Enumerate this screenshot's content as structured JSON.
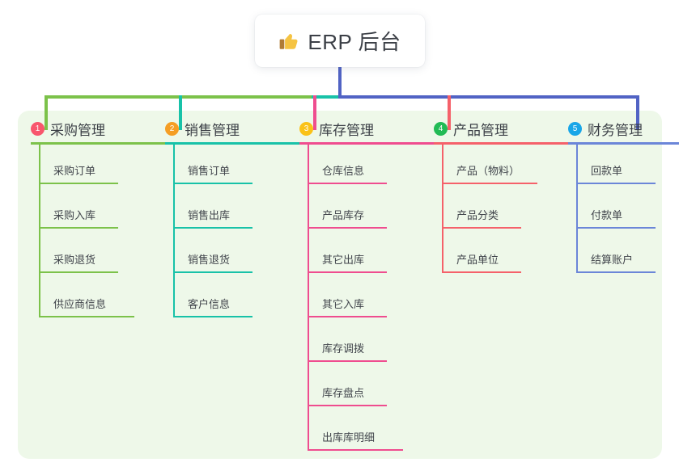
{
  "root": {
    "icon": "thumbs-up-icon",
    "title": "ERP 后台"
  },
  "colors": {
    "panel_bg": "#eef8e9",
    "trunk": "#5163c4",
    "text": "#3b3f46"
  },
  "columns": [
    {
      "index": "1",
      "title": "采购管理",
      "badge_color": "#f8566d",
      "line_color": "#7cc24a",
      "items": [
        "采购订单",
        "采购入库",
        "采购退货",
        "供应商信息"
      ]
    },
    {
      "index": "2",
      "title": "销售管理",
      "badge_color": "#f59e24",
      "line_color": "#18c2a8",
      "items": [
        "销售订单",
        "销售出库",
        "销售退货",
        "客户信息"
      ]
    },
    {
      "index": "3",
      "title": "库存管理",
      "badge_color": "#fac218",
      "line_color": "#ef4d8f",
      "items": [
        "仓库信息",
        "产品库存",
        "其它出库",
        "其它入库",
        "库存调拨",
        "库存盘点",
        "出库库明细"
      ]
    },
    {
      "index": "4",
      "title": "产品管理",
      "badge_color": "#22bb55",
      "line_color": "#f5616a",
      "items": [
        "产品（物料）",
        "产品分类",
        "产品单位"
      ]
    },
    {
      "index": "5",
      "title": "财务管理",
      "badge_color": "#18a6e8",
      "line_color": "#6b86d8",
      "items": [
        "回款单",
        "付款单",
        "结算账户"
      ]
    }
  ]
}
